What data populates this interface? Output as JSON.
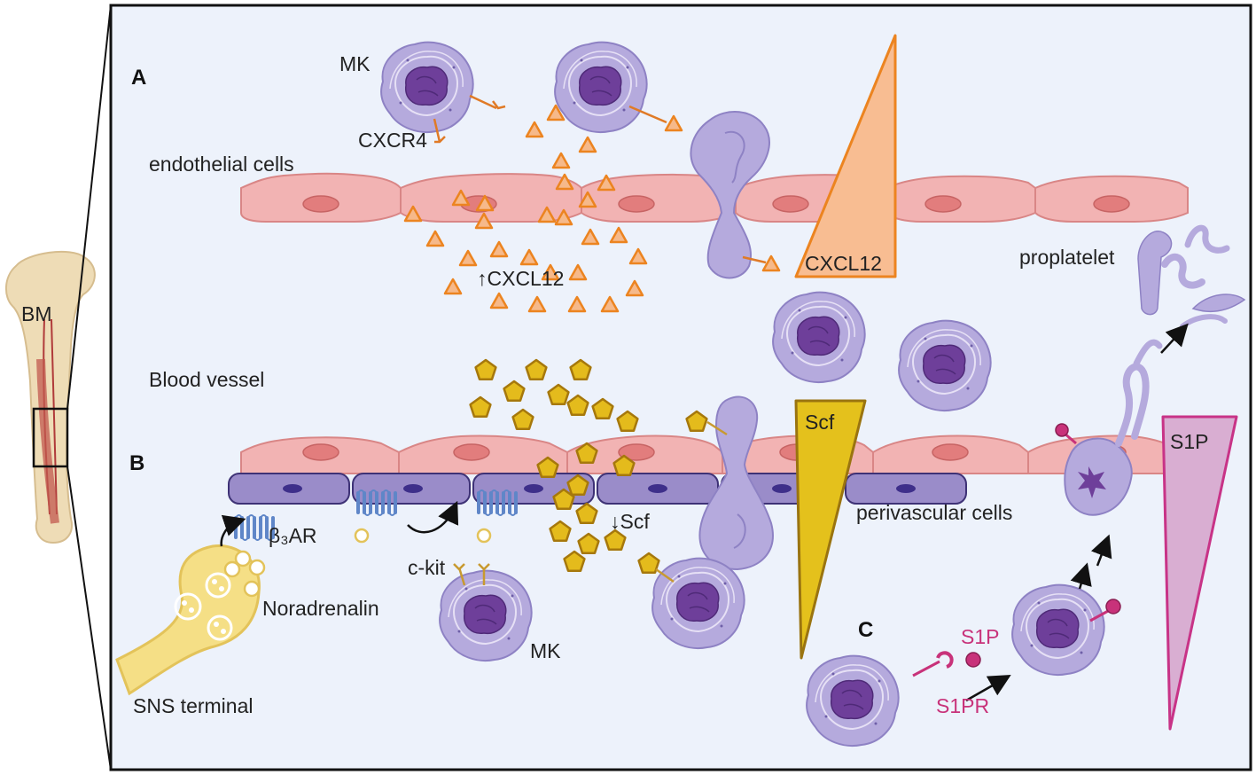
{
  "labels": {
    "bm": "BM",
    "panel_a": "A",
    "panel_b": "B",
    "panel_c": "C",
    "mk_top": "MK",
    "cxcr4": "CXCR4",
    "endothelial_cells": "endothelial cells",
    "cxcl12_up": "↑CXCL12",
    "cxcl12_gradient": "CXCL12",
    "proplatelet": "proplatelet",
    "blood_vessel": "Blood vessel",
    "b3ar": "β₃AR",
    "noradrenalin": "Noradrenalin",
    "sns_terminal": "SNS terminal",
    "ckit": "c-kit",
    "mk_bottom": "MK",
    "scf_down": "↓Scf",
    "scf_gradient": "Scf",
    "perivascular_cells": "perivascular cells",
    "s1p_gradient": "S1P",
    "s1p_ligand": "S1P",
    "s1pr": "S1PR"
  },
  "colors": {
    "panel_bg": "#edf2fb",
    "endothelial_cell": "#f2b3b3",
    "endothelial_nucleus": "#e27d7d",
    "perivascular_cell": "#9a8cc9",
    "perivascular_nucleus": "#3e2f8a",
    "mk_cytoplasm": "#b3a9dc",
    "mk_nucleus": "#6a3c96",
    "cxcl12": "#f08a2a",
    "scf": "#e4bb1c",
    "s1p": "#c8327a",
    "bone": "#eedcb6",
    "nerve": "#f5df86"
  },
  "icons": [
    "megakaryocyte-icon",
    "cxcl12-triangle-icon",
    "scf-pentagon-icon",
    "s1p-ball-icon",
    "receptor-icon",
    "bone-icon",
    "nerve-terminal-icon",
    "beta3-adrenergic-receptor-icon"
  ]
}
